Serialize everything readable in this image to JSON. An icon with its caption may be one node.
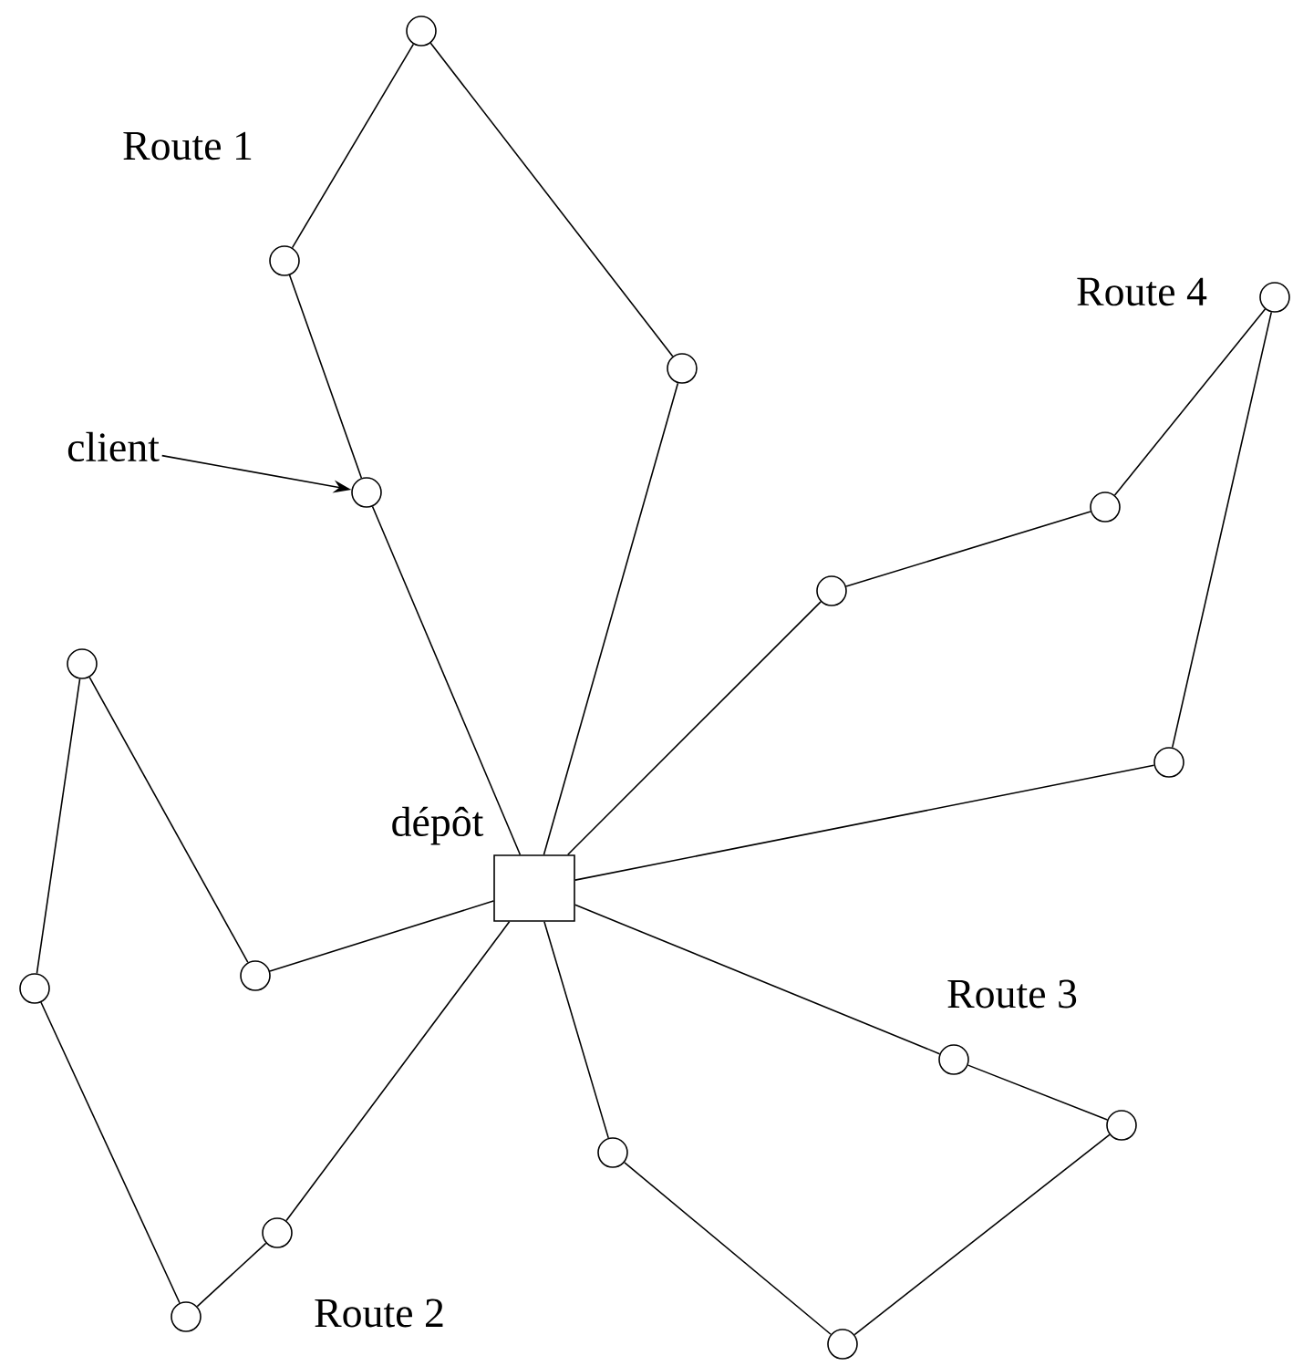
{
  "diagram": {
    "nodes": [
      {
        "text": [],
        "shape": "box",
        "beside": [
          "dépôt"
        ]
      },
      {
        "text": [],
        "shape": "circle"
      },
      {
        "text": [],
        "shape": "circle"
      },
      {
        "text": [],
        "shape": "circle"
      },
      {
        "text": [],
        "shape": "circle"
      },
      {
        "text": [],
        "shape": "circle"
      },
      {
        "text": [],
        "shape": "circle"
      },
      {
        "text": [],
        "shape": "circle"
      },
      {
        "text": [],
        "shape": "circle"
      },
      {
        "text": [],
        "shape": "circle"
      },
      {
        "text": [],
        "shape": "circle"
      },
      {
        "text": [],
        "shape": "circle"
      },
      {
        "text": [],
        "shape": "circle"
      },
      {
        "text": [],
        "shape": "circle"
      },
      {
        "text": [],
        "shape": "circle"
      },
      {
        "text": [],
        "shape": "circle"
      },
      {
        "text": [],
        "shape": "circle"
      },
      {
        "text": [],
        "shape": "circle"
      },
      {
        "text": [
          "client"
        ]
      }
    ],
    "edges": [
      {
        "from": 0,
        "to": 1,
        "arrow": "none"
      },
      {
        "from": 1,
        "to": 2,
        "arrow": "none"
      },
      {
        "from": 2,
        "to": 3,
        "arrow": "none"
      },
      {
        "from": 3,
        "to": 4,
        "arrow": "none"
      },
      {
        "from": 4,
        "to": 0,
        "arrow": "none"
      },
      {
        "from": 0,
        "to": 5,
        "arrow": "none"
      },
      {
        "from": 5,
        "to": 6,
        "arrow": "none"
      },
      {
        "from": 6,
        "to": 7,
        "arrow": "none"
      },
      {
        "from": 7,
        "to": 8,
        "arrow": "none"
      },
      {
        "from": 8,
        "to": 0,
        "arrow": "none"
      },
      {
        "from": 0,
        "to": 9,
        "arrow": "none"
      },
      {
        "from": 9,
        "to": 10,
        "arrow": "none"
      },
      {
        "from": 10,
        "to": 11,
        "arrow": "none"
      },
      {
        "from": 11,
        "to": 12,
        "arrow": "none"
      },
      {
        "from": 12,
        "to": 0,
        "arrow": "none"
      },
      {
        "from": 0,
        "to": 13,
        "arrow": "none"
      },
      {
        "from": 13,
        "to": 14,
        "arrow": "none"
      },
      {
        "from": 14,
        "to": 15,
        "arrow": "none"
      },
      {
        "from": 15,
        "to": 16,
        "arrow": "none"
      },
      {
        "from": 16,
        "to": 17,
        "arrow": "none"
      },
      {
        "from": 17,
        "to": 0,
        "arrow": "none"
      },
      {
        "from": 18,
        "to": 1,
        "arrow": "to"
      }
    ],
    "labels": [
      "Route 1",
      "Route 4",
      "Route 3",
      "Route 2"
    ]
  }
}
